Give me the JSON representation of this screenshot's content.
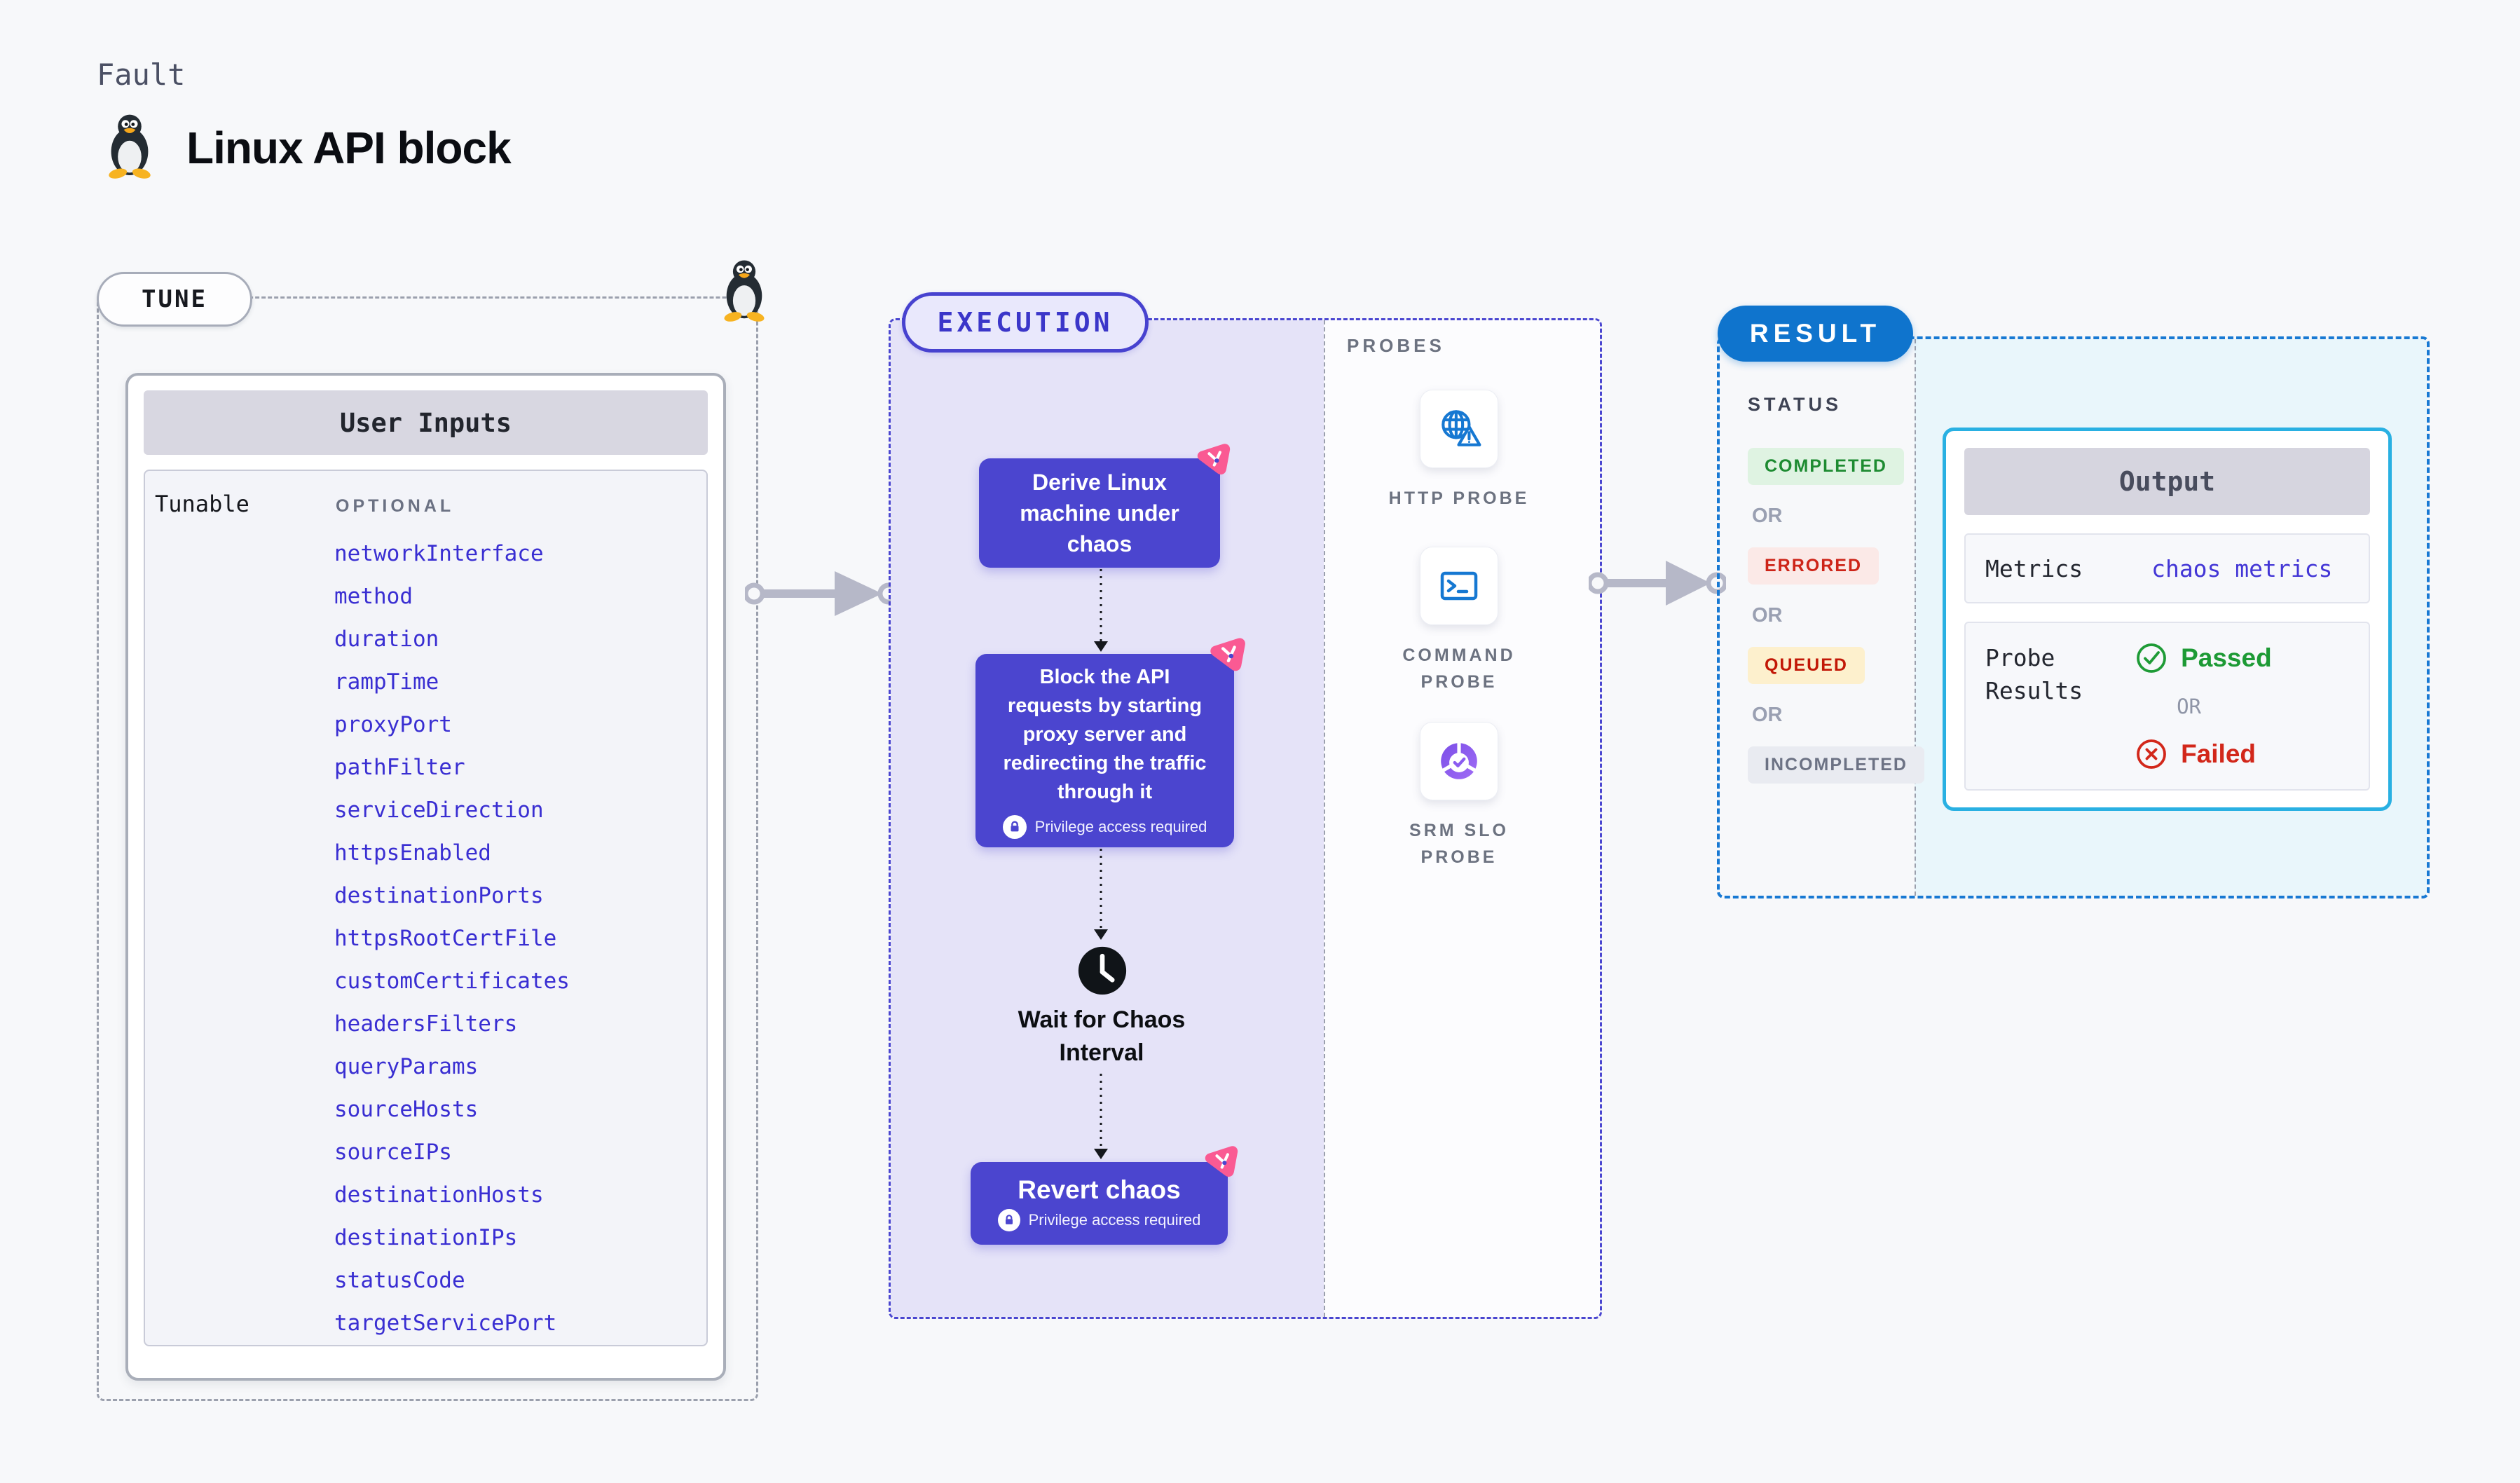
{
  "page": {
    "kicker": "Fault",
    "title": "Linux API block"
  },
  "icons": {
    "header_icon": "linux-tux-icon",
    "tune_corner_icon": "linux-tux-icon",
    "node_corner_icon": "chaos-pink-icon",
    "privilege_icon": "lock-icon",
    "wait_icon": "clock-icon",
    "probe_icons": [
      "globe-warning-icon",
      "terminal-icon",
      "slo-pie-check-icon"
    ],
    "passed_icon": "check-circle-icon",
    "failed_icon": "x-circle-icon"
  },
  "tune": {
    "label": "TUNE",
    "table": {
      "title": "User Inputs",
      "row_label": "Tunable",
      "row_tag": "OPTIONAL",
      "params": [
        "networkInterface",
        "method",
        "duration",
        "rampTime",
        "proxyPort",
        "pathFilter",
        "serviceDirection",
        "httpsEnabled",
        "destinationPorts",
        "httpsRootCertFile",
        "customCertificates",
        "headersFilters",
        "queryParams",
        "sourceHosts",
        "sourceIPs",
        "destinationHosts",
        "destinationIPs",
        "statusCode",
        "targetServicePort"
      ]
    }
  },
  "execution": {
    "label": "EXECUTION",
    "privilege_label": "Privilege access required",
    "node_derive": {
      "lines": [
        "Derive Linux",
        "machine under",
        "chaos"
      ]
    },
    "node_block": {
      "lines": [
        "Block the API",
        "requests by starting",
        "proxy server and",
        "redirecting the traffic",
        "through it"
      ]
    },
    "wait": {
      "lines": [
        "Wait for Chaos",
        "Interval"
      ]
    },
    "node_revert": {
      "label": "Revert chaos"
    }
  },
  "probes": {
    "label": "PROBES",
    "items": [
      {
        "label": "HTTP PROBE",
        "icon": "globe-warning-icon"
      },
      {
        "label": "COMMAND PROBE",
        "icon": "terminal-icon"
      },
      {
        "label": "SRM SLO PROBE",
        "icon": "slo-pie-check-icon"
      }
    ]
  },
  "result": {
    "label": "RESULT",
    "status_label": "STATUS",
    "or": "OR",
    "statuses": [
      {
        "label": "COMPLETED",
        "type": "completed"
      },
      {
        "label": "ERRORED",
        "type": "errored"
      },
      {
        "label": "QUEUED",
        "type": "queued"
      },
      {
        "label": "INCOMPLETED",
        "type": "incompleted"
      }
    ],
    "output": {
      "title": "Output",
      "metrics_label": "Metrics",
      "metrics_value": "chaos metrics",
      "probe_label_line1": "Probe",
      "probe_label_line2": "Results",
      "passed": "Passed",
      "or": "OR",
      "failed": "Failed"
    }
  },
  "colors": {
    "page_bg": "#f7f8fa",
    "accent_indigo": "#4b45cf",
    "execution_bg": "#e5e3f8",
    "param_link": "#392ed2",
    "result_blue": "#0f74cd",
    "output_border_cyan": "#29b0e2",
    "result_bg_cyan": "#e9f6fb",
    "pink": "#fa5a93",
    "green": "#1d9a35",
    "red": "#d2271a",
    "queued_bg": "#fdf0cd",
    "completed_bg": "#dff3e2",
    "errored_bg": "#fbe9e7",
    "incompleted_bg": "#e9ebf1"
  }
}
